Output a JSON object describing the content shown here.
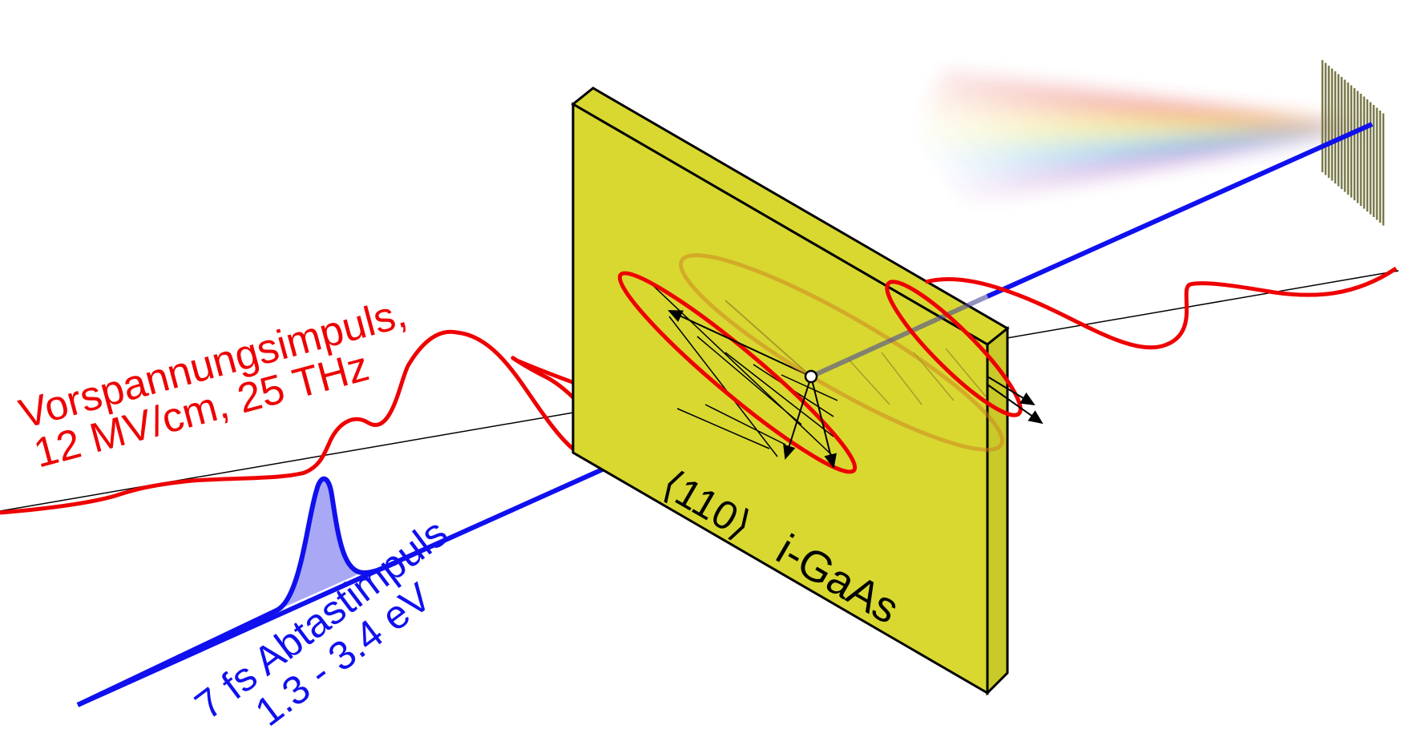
{
  "labels": {
    "bias_line1": "Vorspannungsimpuls,",
    "bias_line2": "12 MV/cm, 25 THz",
    "probe_line1": "7 fs Abtastimpuls",
    "probe_line2": "1.3 - 3.4 eV",
    "crystal_orientation": "⟨110⟩",
    "crystal_material": "i-GaAs"
  },
  "colors": {
    "bias_pulse": "#ee0000",
    "probe_beam": "#1010ee",
    "crystal_face": "#d8d831",
    "outline": "#000000",
    "grating": "#7a7a4a"
  }
}
